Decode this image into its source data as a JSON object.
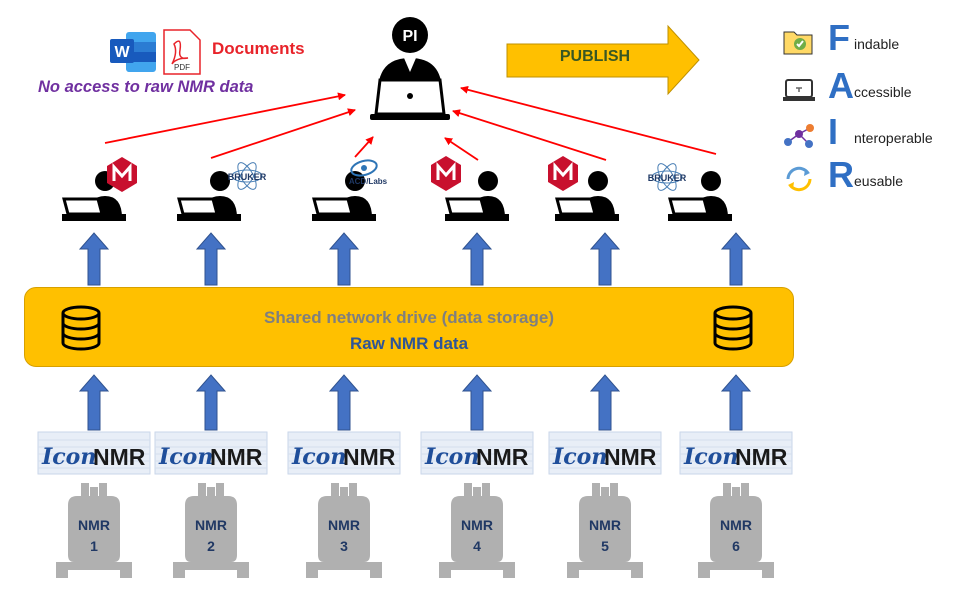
{
  "documents_label": "Documents",
  "no_access_label": "No access to raw NMR data",
  "pi_label": "PI",
  "pdf_label": "PDF",
  "word_letter": "W",
  "publish_label": "PUBLISH",
  "storage": {
    "title": "Shared network drive (data storage)",
    "subtitle": "Raw NMR data"
  },
  "fair": [
    {
      "letter": "F",
      "rest": "indable",
      "icon": "folder-check-icon"
    },
    {
      "letter": "A",
      "rest": "ccessible",
      "icon": "laptop-key-icon"
    },
    {
      "letter": "I",
      "rest": "nteroperable",
      "icon": "network-nodes-icon"
    },
    {
      "letter": "R",
      "rest": "eusable",
      "icon": "recycle-arrows-icon"
    }
  ],
  "software": [
    {
      "kind": "mnova",
      "label": ""
    },
    {
      "kind": "bruker",
      "label": "BRUKER"
    },
    {
      "kind": "acd",
      "label": "ACD/Labs"
    },
    {
      "kind": "mnova",
      "label": ""
    },
    {
      "kind": "mnova",
      "label": ""
    },
    {
      "kind": "bruker",
      "label": "BRUKER"
    }
  ],
  "iconnmr": {
    "prefix": "Icon",
    "suffix": "NMR"
  },
  "magnets": [
    {
      "label": "NMR",
      "number": "1"
    },
    {
      "label": "NMR",
      "number": "2"
    },
    {
      "label": "NMR",
      "number": "3"
    },
    {
      "label": "NMR",
      "number": "4"
    },
    {
      "label": "NMR",
      "number": "5"
    },
    {
      "label": "NMR",
      "number": "6"
    }
  ],
  "colors": {
    "arrow_blue": "#4472c4",
    "arrow_red": "#ff0000",
    "storage_fill": "#ffc000",
    "publish_fill": "#ffc000",
    "magnet_grey": "#b0b0b0",
    "fair_letter": "#2f6fc4"
  }
}
